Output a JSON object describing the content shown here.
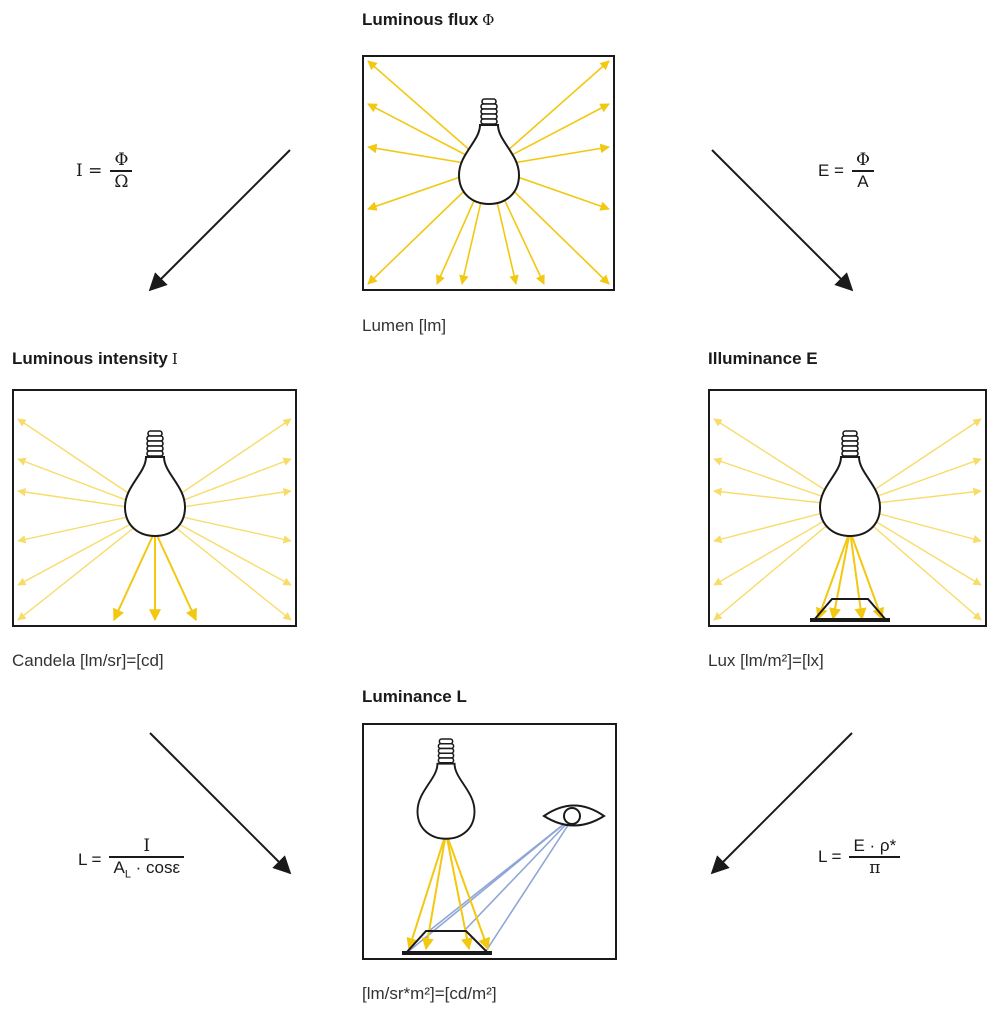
{
  "flux": {
    "title": "Luminous flux",
    "symbol": "Φ",
    "unit": "Lumen [lm]"
  },
  "intensity": {
    "title": "Luminous intensity",
    "symbol": "I",
    "unit": "Candela [lm/sr]=[cd]",
    "formula": {
      "lhs": "I =",
      "num": "Φ",
      "den": "Ω"
    }
  },
  "illuminance": {
    "title": "Illuminance E",
    "unit": "Lux [lm/m²]=[lx]",
    "formula": {
      "lhs": "E =",
      "num": "Φ",
      "den": "A"
    }
  },
  "luminance": {
    "title": "Luminance L",
    "unit": "[lm/sr*m²]=[cd/m²]",
    "formula_left": {
      "lhs": "L =",
      "num": "I",
      "den_main": "A",
      "den_sub": "L",
      "den_rest": " · cosε"
    },
    "formula_right": {
      "lhs": "L =",
      "num": "E · ρ*",
      "den": "π"
    }
  },
  "colors": {
    "ray": "#f2c811",
    "ray_faint": "#f7dc6a",
    "sight": "#8fa6d6",
    "outline": "#1a1a1a"
  }
}
